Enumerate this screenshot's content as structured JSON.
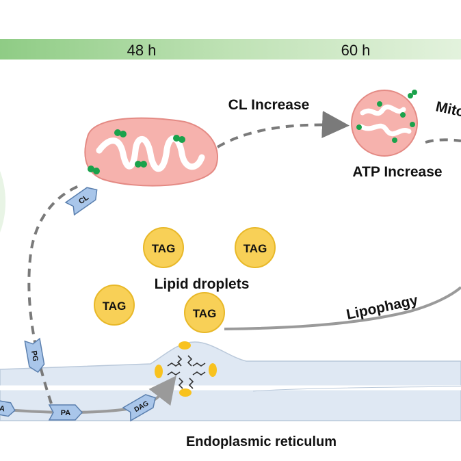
{
  "timeline": {
    "labels": [
      "48 h",
      "60 h"
    ]
  },
  "labels": {
    "cl_increase": "CL Increase",
    "atp_increase": "ATP Increase",
    "mito_partial": "Mito",
    "lipid_droplets": "Lipid droplets",
    "lipophagy": "Lipophagy",
    "er": "Endoplasmic reticulum"
  },
  "droplets": [
    "TAG",
    "TAG",
    "TAG",
    "TAG"
  ],
  "pathway": [
    "PA",
    "PA",
    "PG",
    "CL",
    "DAG"
  ],
  "colors": {
    "timeline_green": "#b8ddb0",
    "mito_fill": "#f6b2ad",
    "mito_stroke": "#e48a84",
    "droplet_fill": "#f8d057",
    "droplet_stroke": "#e8b828",
    "er_fill": "#dfe8f3",
    "er_stroke": "#b9c8da",
    "tag_blue": "#a9c6ea",
    "protein_green": "#1aa24b",
    "arrow_gray": "#7a7a7a"
  }
}
